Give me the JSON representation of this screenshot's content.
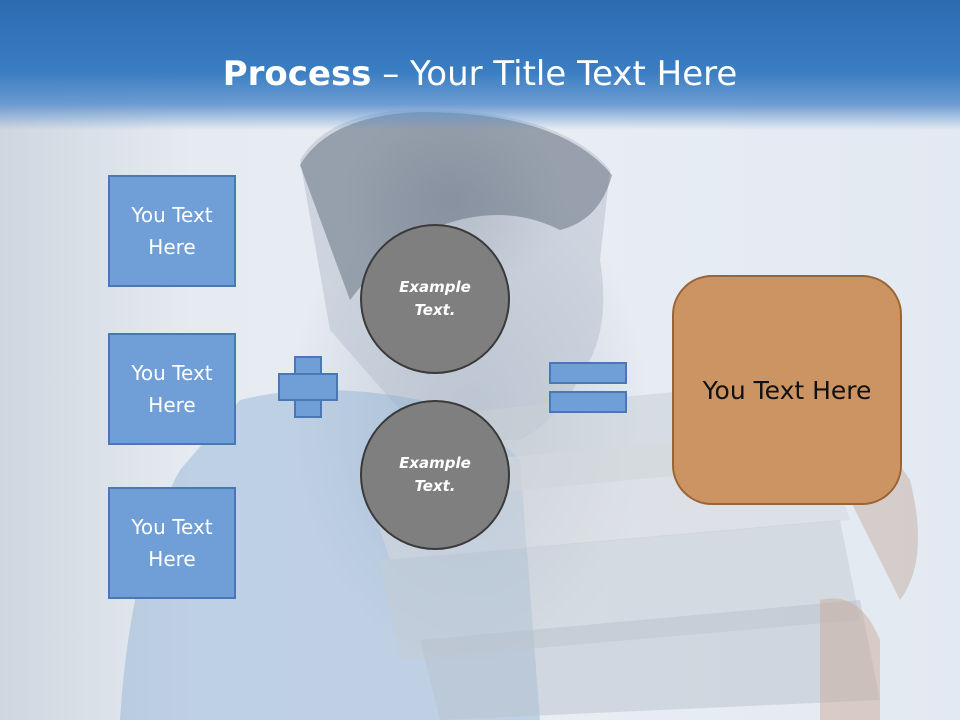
{
  "title": {
    "bold": "Process",
    "rest": " – Your Title Text Here"
  },
  "left_boxes": [
    {
      "label": "You Text Here"
    },
    {
      "label": "You Text Here"
    },
    {
      "label": "You Text Here"
    }
  ],
  "circles": [
    {
      "label": "Example Text."
    },
    {
      "label": "Example Text."
    }
  ],
  "result": {
    "label": "You Text Here"
  },
  "colors": {
    "header": "#3a7dc2",
    "box_fill": "#6f9fd6",
    "box_border": "#4a78b5",
    "circle_fill": "#7f7f7f",
    "result_fill": "#cc9462"
  },
  "icons": [
    "plus-icon",
    "equals-icon"
  ]
}
